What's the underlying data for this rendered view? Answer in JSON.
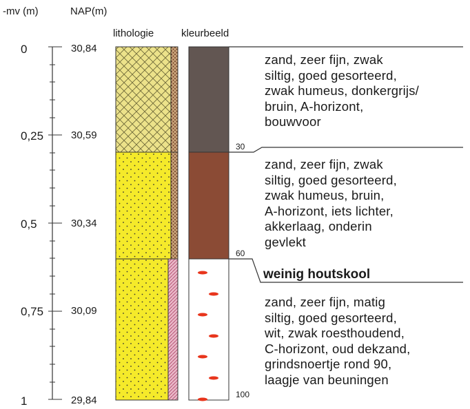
{
  "headers": {
    "mv": "-mv (m)",
    "nap": "NAP(m)",
    "lithologie": "lithologie",
    "kleurbeeld": "kleurbeeld"
  },
  "depth_ticks": [
    "0",
    "0,25",
    "0,5",
    "0,75",
    "1"
  ],
  "nap_ticks": [
    "30,84",
    "30,59",
    "30,34",
    "30,09",
    "29,84"
  ],
  "boundary_labels": [
    "30",
    "60",
    "100"
  ],
  "layers": [
    {
      "lithology": "zand, zeer fijn, zwak siltig, humeus (crosshatch)",
      "color_hex": "#625652",
      "description": [
        "zand, zeer fijn, zwak",
        "siltig, goed gesorteerd,",
        "zwak humeus, donkergrijs/",
        "bruin, A-horizont,",
        "bouwvoor"
      ]
    },
    {
      "lithology": "zand, zeer fijn, zwak siltig (dotted)",
      "color_hex": "#8b4b35",
      "description": [
        "zand, zeer fijn, zwak",
        "siltig, goed gesorteerd,",
        "zwak humeus, bruin,",
        "A-horizont, iets lichter,",
        "akkerlaag, onderin",
        "gevlekt"
      ]
    },
    {
      "lithology": "zand, zeer fijn, matig siltig (dotted)",
      "color_hex": "#ffffff",
      "description": [
        "zand, zeer fijn, matig",
        "siltig, goed gesorteerd,",
        "wit, zwak roesthoudend,",
        "C-horizont, oud dekzand,",
        "grindsnoertje rond 90,",
        "laagje van beuningen"
      ]
    }
  ],
  "highlight_note": "weinig houtskool",
  "colors": {
    "sand_yellow": "#f5ea2a",
    "crosshatch_fill": "#ece28a",
    "mottle_red": "#e8351c",
    "humus_strip": "#8b5a3c",
    "rust_strip": "#d58fa6"
  }
}
